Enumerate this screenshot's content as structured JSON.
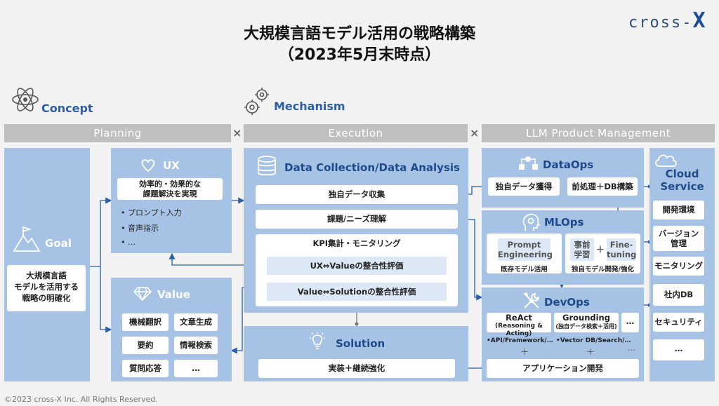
{
  "title_line1": "大規模言語モデル活用の戦略構築",
  "title_line2": "（2023年5月末時点）",
  "logo": {
    "text": "cross-",
    "mark": "X"
  },
  "sections": {
    "concept": "Concept",
    "mechanism": "Mechanism"
  },
  "bars": {
    "planning": "Planning",
    "execution": "Execution",
    "llm": "LLM Product Management",
    "times": "×"
  },
  "goal": {
    "label": "Goal",
    "text1": "大規模言語",
    "text2": "モデルを活用する",
    "text3": "戦略の明確化"
  },
  "ux": {
    "label": "UX",
    "box1": "効率的・効果的な",
    "box2": "課題解決を実現",
    "items": [
      "• プロンプト入力",
      "• 音声指示",
      "• …"
    ]
  },
  "value": {
    "label": "Value",
    "cells": [
      "機械翻訳",
      "文章生成",
      "要約",
      "情報検索",
      "質問応答",
      "…"
    ]
  },
  "dcda": {
    "label": "Data Collection/Data Analysis",
    "collect": "独自データ収集",
    "needs": "課題/ニーズ理解",
    "kpi": "KPI集計・モニタリング",
    "eval1": "UX⇔Valueの整合性評価",
    "eval2": "Value⇔Solutionの整合性評価"
  },
  "solution": {
    "label": "Solution",
    "box": "実装＋継続強化"
  },
  "dataops": {
    "label": "DataOps",
    "acq": "独自データ獲得",
    "pre": "前処理＋DB構築"
  },
  "mlops": {
    "label": "MLOps",
    "pe1": "Prompt",
    "pe2": "Engineering",
    "pe_caption": "既存モデル活用",
    "pre1": "事前",
    "pre2": "学習",
    "plus": "＋",
    "ft1": "Fine-",
    "ft2": "tuning",
    "ft_caption": "独自モデル開発/強化"
  },
  "devops": {
    "label": "DevOps",
    "react": "ReAct",
    "react_sub": "(Reasoning & Acting)",
    "ground": "Grounding",
    "ground_sub": "(独自データ検索＋活用)",
    "more": "…",
    "api": "•API/Framework/…",
    "vdb": "•Vector DB/Search/…",
    "dots": "…",
    "plus": "＋",
    "app": "アプリケーション開発"
  },
  "cloud": {
    "label1": "Cloud",
    "label2": "Service",
    "items": [
      "開発環境",
      "バージョン\n管理",
      "モニタリング",
      "社内DB",
      "セキュリティ",
      "…"
    ]
  },
  "copyright": "©2023 cross-X Inc. All Rights Reserved.",
  "colors": {
    "panel": "#a6c3e6",
    "accent": "#2b5ea5",
    "bar": "#bfbfbf",
    "line": "#7a7a7a"
  }
}
